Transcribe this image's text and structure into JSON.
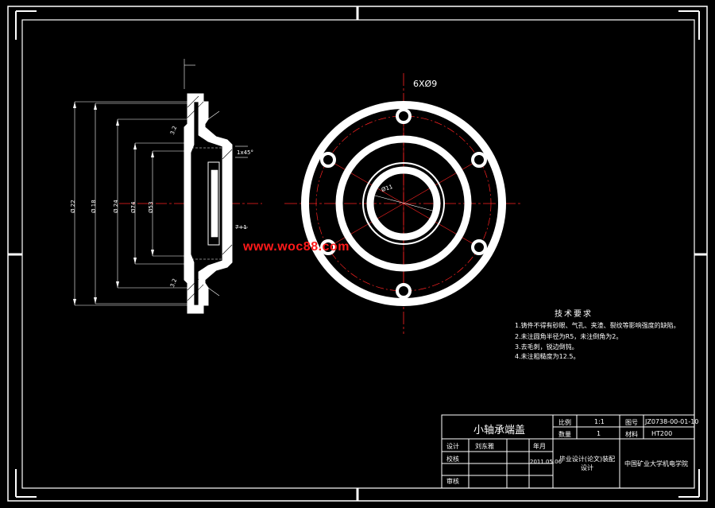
{
  "drawing": {
    "watermark": "www.woc88.com",
    "front_view": {
      "callout_holes": "6XØ9",
      "dim_hole_dia": "Ø11"
    },
    "section_view": {
      "dims_vertical": [
        "Ø 22",
        "Ø 18",
        "Ø 24",
        "Ø74",
        "Ø53"
      ],
      "dims_roughness": [
        "3.2",
        "3.2"
      ],
      "dim_right": "7+1",
      "dim_chamfer": "1x45°"
    },
    "technical_requirements": {
      "title": "技术要求",
      "items": [
        "1.铸件不得有砂眼、气孔、夹渣、裂纹等影响强度的缺陷。",
        "2.未注圆角半径为R5，未注倒角为2。",
        "3.去毛刺，锐边倒钝。",
        "4.未注粗糙度为12.5。"
      ]
    },
    "title_block": {
      "part_name": "小轴承端盖",
      "scale_label": "比例",
      "scale_value": "1:1",
      "qty_label": "数量",
      "qty_value": "1",
      "drawing_no_label": "图号",
      "drawing_no_value": "JZ0738-00-01-10",
      "material_label": "材料",
      "material_value": "HT200",
      "designer_label": "设计",
      "designer_value": "刘东雅",
      "checker_label": "校核",
      "approver_label": "审核",
      "date_label": "年月",
      "date_value": "2011.05.06",
      "course": "毕业设计(论文)装配设计",
      "school": "中国矿业大学机电学院"
    }
  }
}
